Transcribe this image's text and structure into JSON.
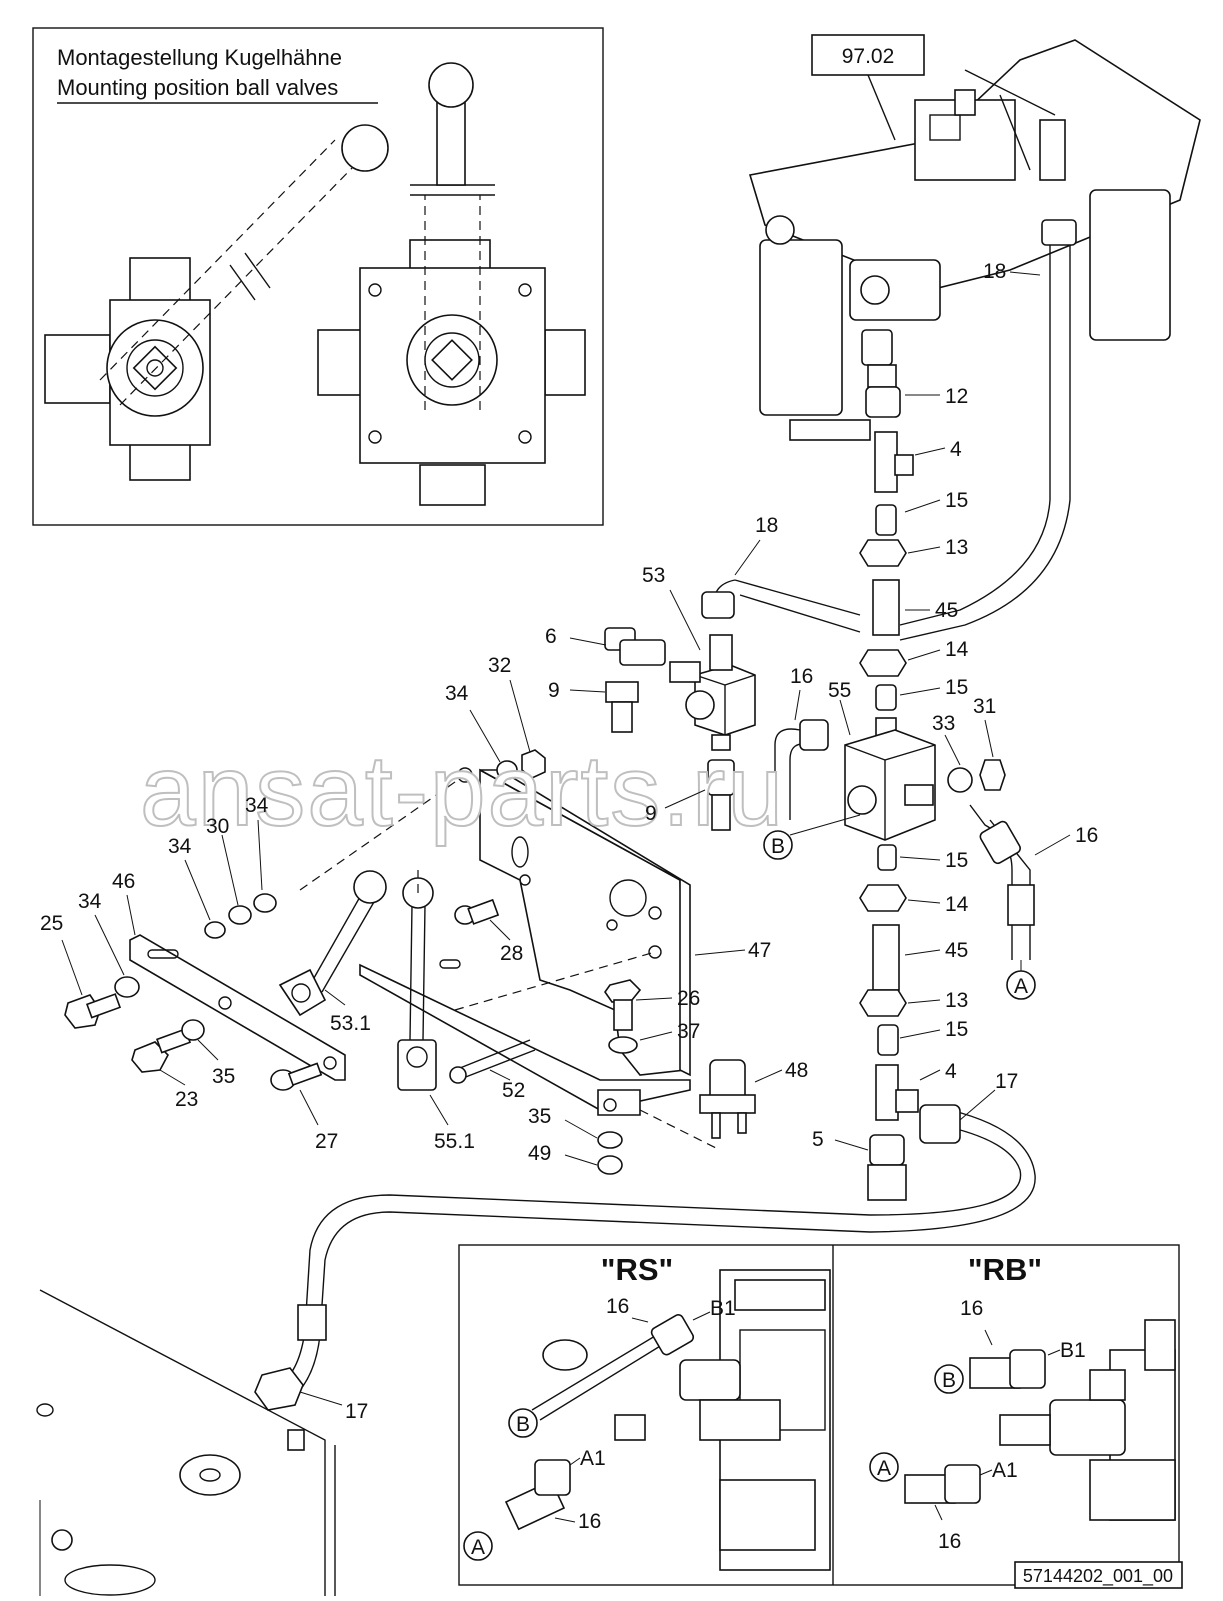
{
  "inset_mounting": {
    "title_de": "Montagestellung Kugelhähne",
    "title_en": "Mounting position ball valves"
  },
  "reference_box": "97.02",
  "watermark": "ansat-parts.ru",
  "drawing_number": "57144202_001_00",
  "connector_labels": {
    "A": "A",
    "B": "B",
    "A1": "A1",
    "B1": "B1"
  },
  "detail_rs": {
    "title": "\"RS\"",
    "hose_label_top": "16",
    "hose_label_bottom": "16"
  },
  "detail_rb": {
    "title": "\"RB\"",
    "hose_label_top": "16",
    "hose_label_bottom": "16"
  },
  "part_numbers": {
    "p12": "12",
    "p4a": "4",
    "p15a": "15",
    "p13a": "13",
    "p45a": "45",
    "p14a": "14",
    "p15b": "15",
    "p18a": "18",
    "p18b": "18",
    "p53": "53",
    "p6": "6",
    "p9a": "9",
    "p9b": "9",
    "p32": "32",
    "p34a": "34",
    "p16a": "16",
    "p55": "55",
    "p33": "33",
    "p31": "31",
    "p16b": "16",
    "p15c": "15",
    "p14b": "14",
    "p45b": "45",
    "p13b": "13",
    "p15d": "15",
    "p4b": "4",
    "p17a": "17",
    "p5": "5",
    "p48": "48",
    "p37": "37",
    "p26": "26",
    "p47": "47",
    "p28": "28",
    "p52": "52",
    "p35a": "35",
    "p49": "49",
    "p55_1": "55.1",
    "p53_1": "53.1",
    "p34b": "34",
    "p30": "30",
    "p34c": "34",
    "p34d": "34",
    "p46": "46",
    "p25": "25",
    "p23": "23",
    "p35b": "35",
    "p27": "27",
    "p17b": "17"
  }
}
